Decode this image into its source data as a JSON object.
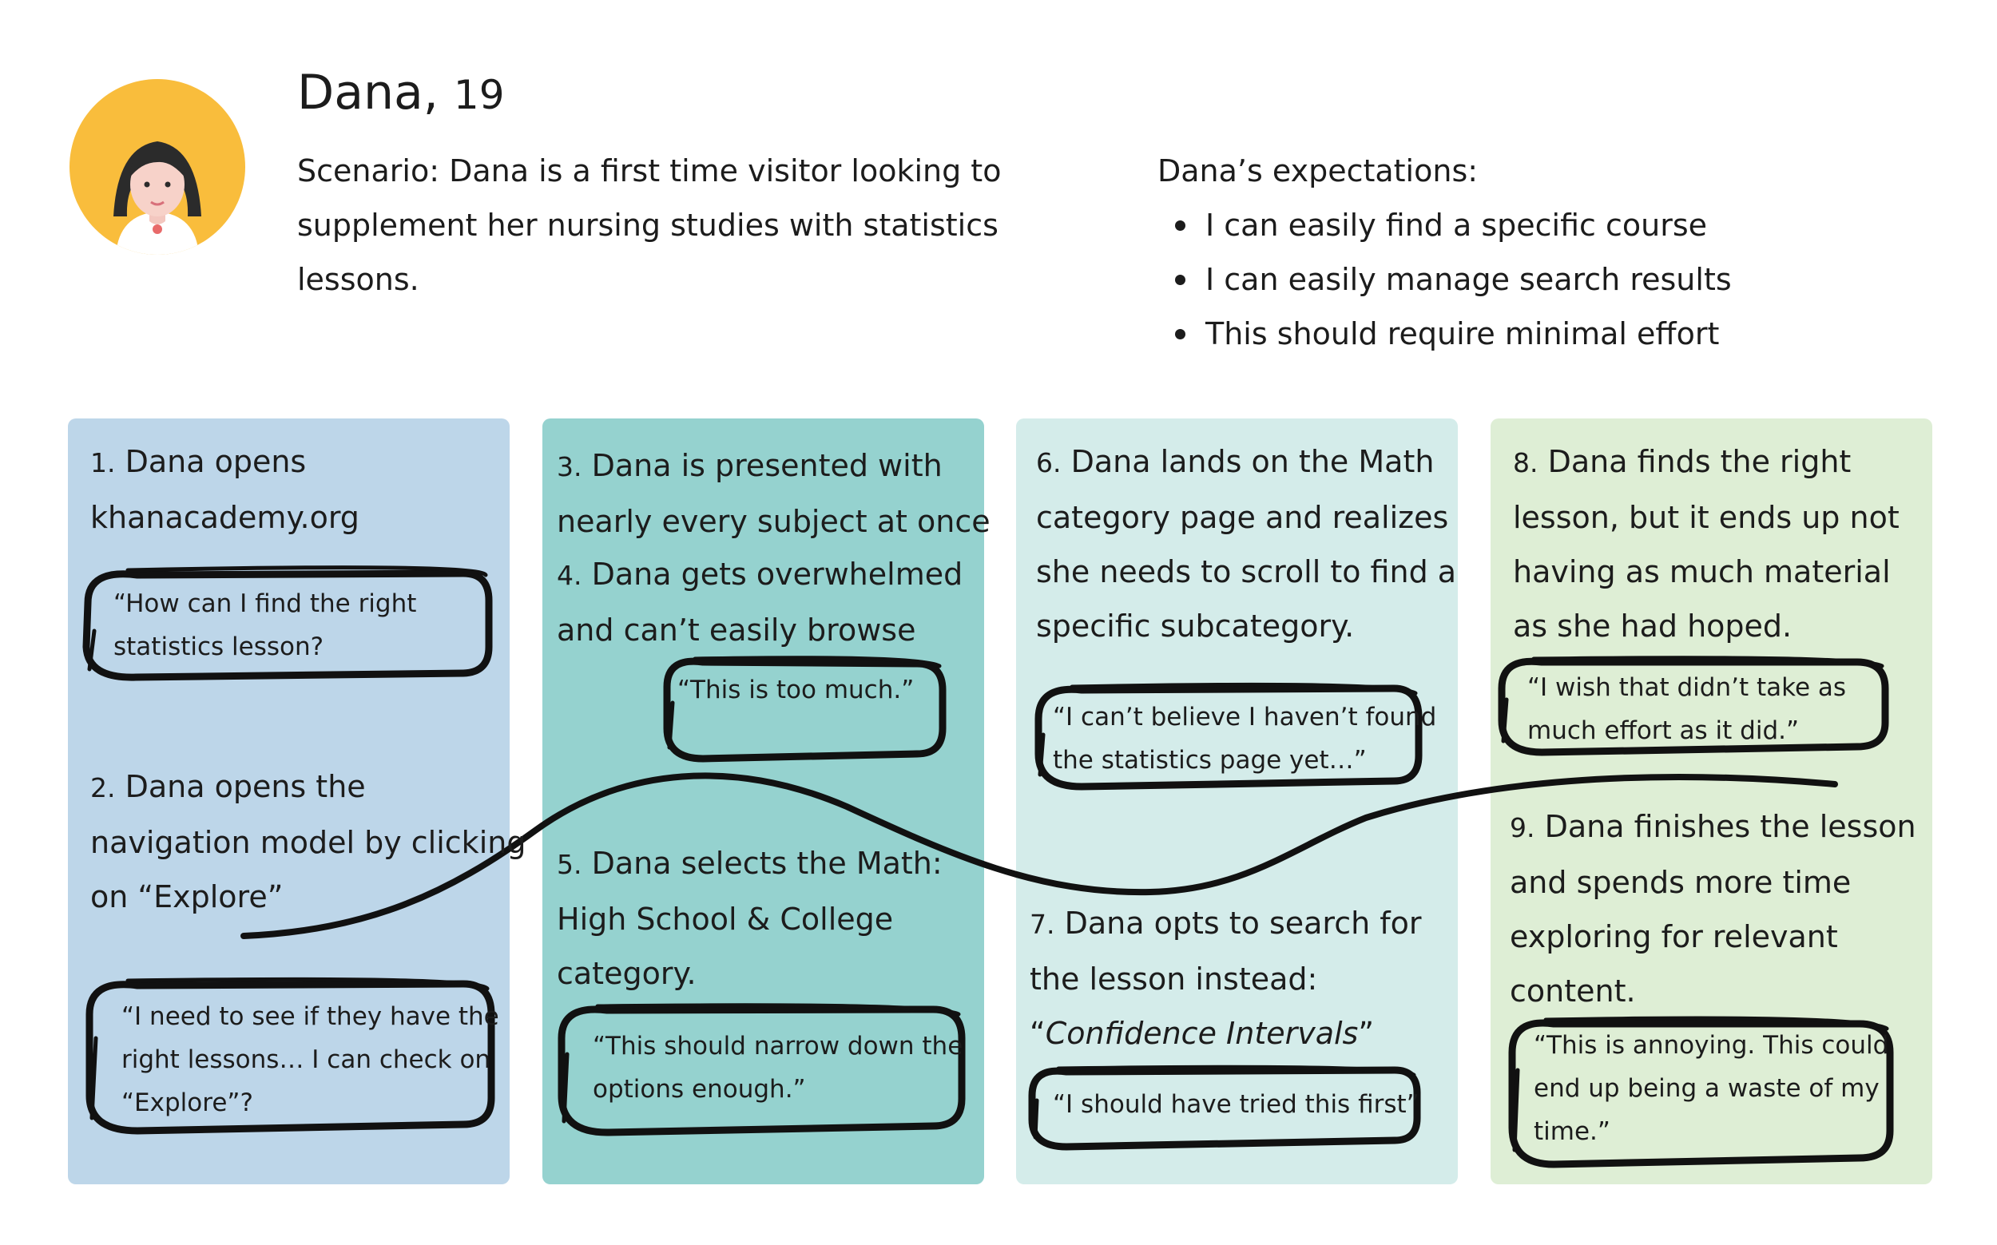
{
  "persona": {
    "name": "Dana,",
    "age": "19",
    "scenario_line1": "Scenario: Dana is a first time visitor looking to",
    "scenario_line2": "supplement her nursing studies with statistics lessons.",
    "expectations_title": "Dana’s expectations:",
    "expectations": [
      "I can easily find a specific course",
      "I can easily manage search results",
      "This should require minimal effort"
    ]
  },
  "steps": {
    "s1": {
      "num": "1.",
      "line1": "Dana opens",
      "line2": "khanacademy.org"
    },
    "s2": {
      "num": "2.",
      "line1": "Dana opens the",
      "line2": "navigation model by clicking",
      "line3": "on “Explore”"
    },
    "s3": {
      "num": "3.",
      "line1": "Dana is presented with",
      "line2": "nearly every subject at once"
    },
    "s4": {
      "num": "4.",
      "line1": "Dana gets overwhelmed",
      "line2": "and can’t easily browse"
    },
    "s5": {
      "num": "5.",
      "line1": "Dana selects the Math:",
      "line2": "High School & College",
      "line3": "category."
    },
    "s6": {
      "num": "6.",
      "line1": "Dana lands on the Math",
      "line2": "category page and realizes",
      "line3": "she needs to scroll to find a",
      "line4": "specific subcategory."
    },
    "s7": {
      "num": "7.",
      "line1": "Dana opts to search for",
      "line2": "the lesson instead:",
      "open_quote": "“",
      "query": "Confidence Intervals",
      "close_quote": "”"
    },
    "s8": {
      "num": "8.",
      "line1": "Dana finds the right",
      "line2": "lesson, but it ends up not",
      "line3": "having as much material",
      "line4": "as she had hoped."
    },
    "s9": {
      "num": "9.",
      "line1": "Dana finishes the lesson",
      "line2": "and spends more time",
      "line3": "exploring for relevant",
      "line4": "content."
    }
  },
  "quotes": {
    "q1": {
      "line1": "“How can I find the right",
      "line2": "statistics lesson?"
    },
    "q2": {
      "line1": "“I need to see if they have the",
      "line2": "right lessons… I can check on",
      "line3": "“Explore”?"
    },
    "q3": {
      "line1": "“This is too much.”"
    },
    "q4": {
      "line1": "“This should narrow down the",
      "line2": "options enough.”"
    },
    "q5": {
      "line1": "“I can’t believe I haven’t found",
      "line2": "the statistics page yet…”"
    },
    "q6": {
      "line1": "“I should have tried this first”"
    },
    "q7": {
      "line1": "“I wish that didn’t take as",
      "line2": "much effort as it did.”"
    },
    "q8": {
      "line1": "“This is annoying. This could",
      "line2": "end up being a waste of my",
      "line3": "time.”"
    }
  },
  "colors": {
    "avatar_bg": "#f9bd3c",
    "panel_1": "#bdd6e9",
    "panel_2": "#95d2cf",
    "panel_3": "#d4ecea",
    "panel_4": "#deeed5",
    "ink": "#1c1c1c"
  }
}
